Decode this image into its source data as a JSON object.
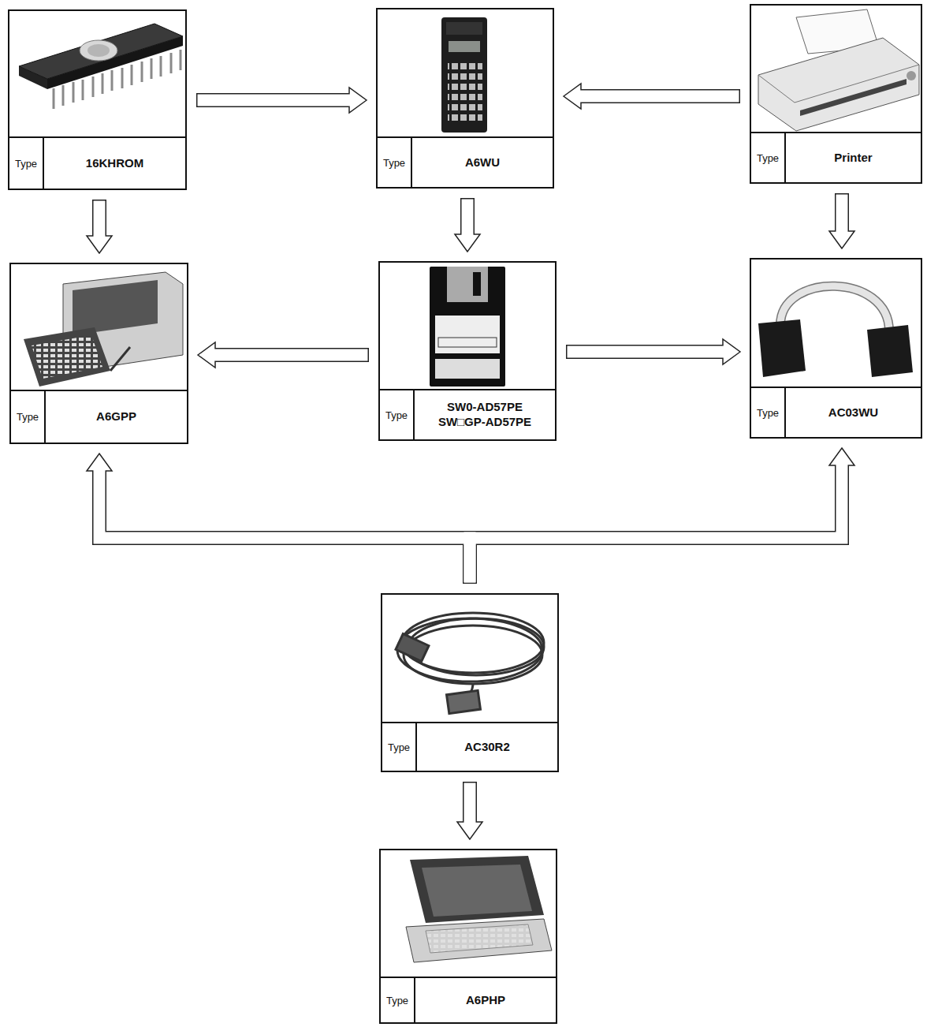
{
  "diagram": {
    "nodes": [
      {
        "text": [
          "Type",
          "16KHROM"
        ]
      },
      {
        "text": [
          "Type",
          "A6WU"
        ]
      },
      {
        "text": [
          "Type",
          "Printer"
        ]
      },
      {
        "text": [
          "Type",
          "A6GPP"
        ]
      },
      {
        "text": [
          "Type",
          "SW0-AD57PE SW□GP-AD57PE"
        ]
      },
      {
        "text": [
          "Type",
          "AC03WU"
        ]
      },
      {
        "text": [
          "Type",
          "AC30R2"
        ]
      },
      {
        "text": [
          "Type",
          "A6PHP"
        ]
      }
    ],
    "edges": [
      {
        "from": 0,
        "to": 1,
        "arrow": "to"
      },
      {
        "from": 2,
        "to": 1,
        "arrow": "to"
      },
      {
        "from": 0,
        "to": 3,
        "arrow": "to"
      },
      {
        "from": 1,
        "to": 4,
        "arrow": "to"
      },
      {
        "from": 2,
        "to": 5,
        "arrow": "to"
      },
      {
        "from": 4,
        "to": 3,
        "arrow": "to"
      },
      {
        "from": 4,
        "to": 5,
        "arrow": "to"
      },
      {
        "from": 6,
        "to": 3,
        "arrow": "to"
      },
      {
        "from": 6,
        "to": 5,
        "arrow": "to"
      },
      {
        "from": 6,
        "to": 7,
        "arrow": "to"
      }
    ]
  }
}
